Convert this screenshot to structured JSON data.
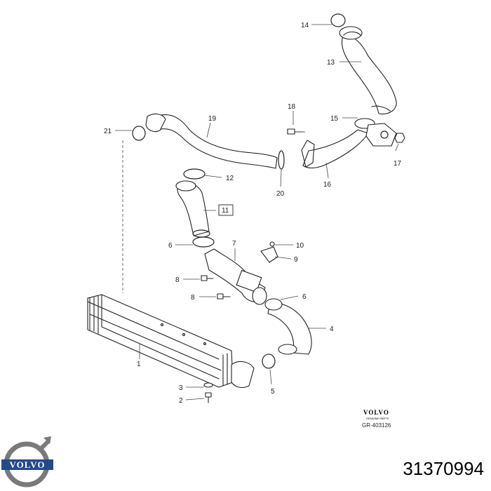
{
  "diagram": {
    "callouts": [
      "1",
      "2",
      "3",
      "4",
      "5",
      "6",
      "6",
      "7",
      "8",
      "8",
      "9",
      "10",
      "11",
      "12",
      "13",
      "14",
      "15",
      "16",
      "17",
      "18",
      "19",
      "20",
      "21"
    ]
  },
  "footer": {
    "brand_top": "VOLVO",
    "brand_sub": "GENUINE PARTS",
    "ref_code": "GR-403126",
    "logo_text": "VOLVO",
    "part_number": "31370994"
  }
}
